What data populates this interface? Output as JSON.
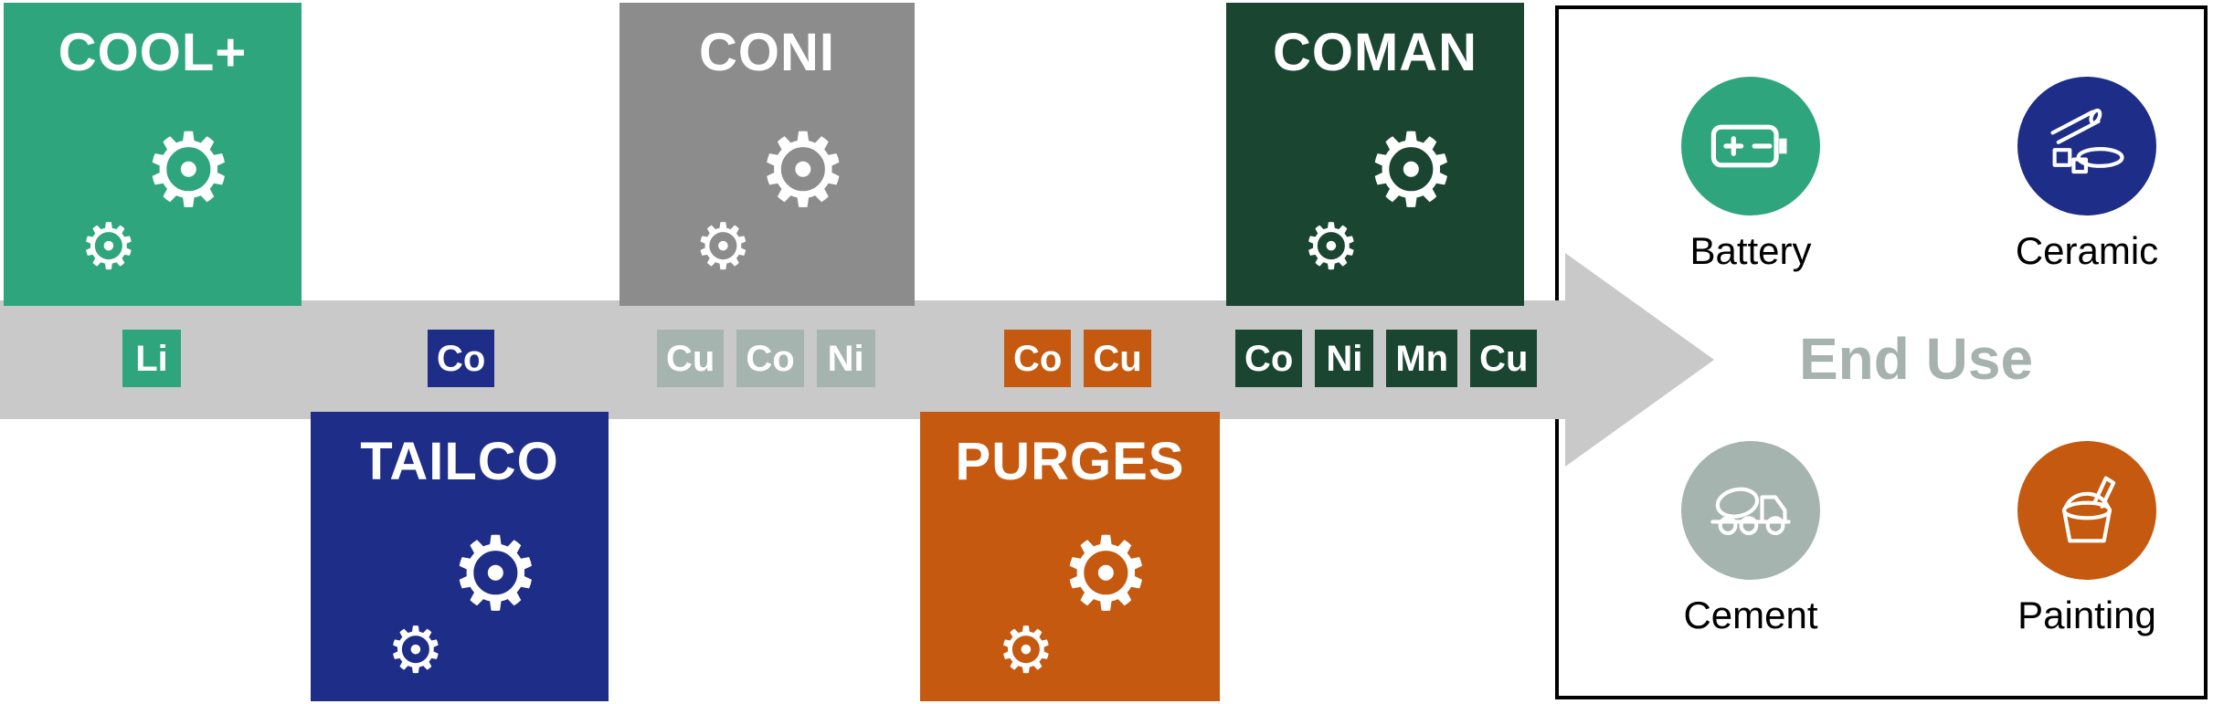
{
  "arrow": {
    "color": "#c9c9c9"
  },
  "stages": [
    {
      "name": "COOL+",
      "color": "#2fa57e"
    },
    {
      "name": "TAILCO",
      "color": "#1e2d87"
    },
    {
      "name": "CONI",
      "color": "#8c8c8c"
    },
    {
      "name": "PURGES",
      "color": "#c4590f"
    },
    {
      "name": "COMAN",
      "color": "#1a4531"
    }
  ],
  "chip_groups": [
    {
      "stage": "COOL+",
      "chips": [
        {
          "label": "Li",
          "color": "#2fa57e"
        }
      ]
    },
    {
      "stage": "TAILCO",
      "chips": [
        {
          "label": "Co",
          "color": "#1e2d87"
        }
      ]
    },
    {
      "stage": "CONI",
      "chips": [
        {
          "label": "Cu",
          "color": "#a6b4af"
        },
        {
          "label": "Co",
          "color": "#a6b4af"
        },
        {
          "label": "Ni",
          "color": "#a6b4af"
        }
      ]
    },
    {
      "stage": "PURGES",
      "chips": [
        {
          "label": "Co",
          "color": "#c4590f"
        },
        {
          "label": "Cu",
          "color": "#c4590f"
        }
      ]
    },
    {
      "stage": "COMAN",
      "chips": [
        {
          "label": "Co",
          "color": "#1a4531"
        },
        {
          "label": "Ni",
          "color": "#1a4531"
        },
        {
          "label": "Mn",
          "color": "#1a4531"
        },
        {
          "label": "Cu",
          "color": "#1a4531"
        }
      ]
    }
  ],
  "end_use": {
    "title": "End Use",
    "title_color": "#a6b2ad",
    "items": [
      {
        "label": "Battery",
        "color": "#2fa57e"
      },
      {
        "label": "Ceramic",
        "color": "#1e2d87"
      },
      {
        "label": "Cement",
        "color": "#a6b4af"
      },
      {
        "label": "Painting",
        "color": "#c4590f"
      }
    ]
  }
}
